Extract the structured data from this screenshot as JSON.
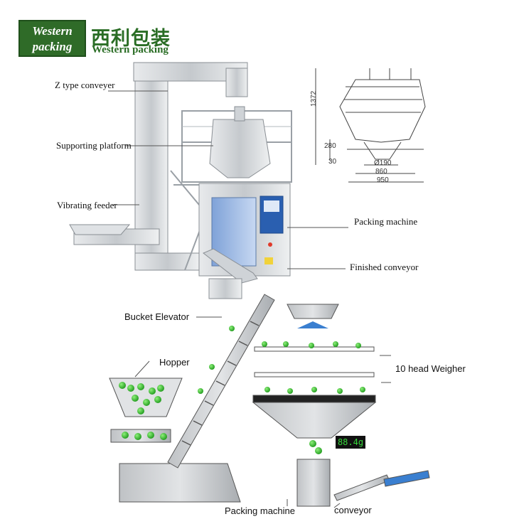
{
  "logo": {
    "box_line1": "Western",
    "box_line2": "packing",
    "cn": "西利包装",
    "en": "Western packing"
  },
  "machine_labels": {
    "z_conveyer": "Z type conveyer",
    "platform": "Supporting platform",
    "feeder": "Vibrating feeder",
    "packing": "Packing machine",
    "finished": "Finished conveyor"
  },
  "dimensions": {
    "height": "1372",
    "side_280": "280",
    "side_30": "30",
    "dia": "Ø190",
    "w860": "860",
    "w950": "950"
  },
  "diagram_labels": {
    "bucket": "Bucket Elevator",
    "hopper": "Hopper",
    "weigher": "10 head Weigher",
    "packing": "Packing machine",
    "conveyor": "conveyor"
  },
  "display_reading": "88.4g",
  "colors": {
    "brand_green": "#2f6b28",
    "pellet_green": "#2fb52a",
    "steel": "#b9bdc2",
    "accent_blue": "#3a7fd0"
  }
}
